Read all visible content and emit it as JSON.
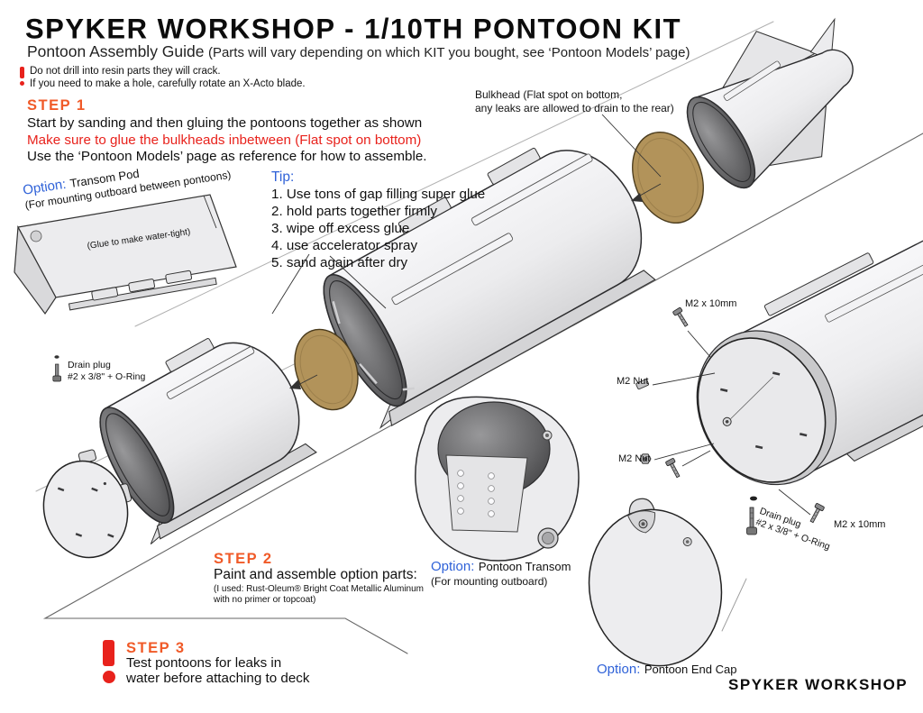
{
  "page": {
    "title": "SPYKER WORKSHOP - 1/10TH PONTOON KIT",
    "subtitle_main": "Pontoon Assembly Guide",
    "subtitle_note": "(Parts will vary depending on which KIT you bought, see ‘Pontoon Models’ page)",
    "footer_brand": "SPYKER WORKSHOP"
  },
  "warning": {
    "line1": "Do not drill into resin parts they will crack.",
    "line2": "If you need to make a hole, carefully rotate an X-Acto blade."
  },
  "step1": {
    "label": "STEP 1",
    "line1": "Start by sanding and then gluing the pontoons together as shown",
    "line2_red": "Make sure to glue the bulkheads inbetween (Flat spot on bottom)",
    "line3": "Use the ‘Pontoon Models’ page as reference for how to assemble."
  },
  "step2": {
    "label": "STEP 2",
    "line1": "Paint and assemble option parts:",
    "note1": "(I used: Rust-Oleum® Bright Coat Metallic Aluminum",
    "note2": "with no primer or topcoat)"
  },
  "step3": {
    "label": "STEP 3",
    "line1": "Test pontoons for leaks in",
    "line2": "water before attaching to deck"
  },
  "tip": {
    "label": "Tip:",
    "items": [
      "1. Use tons of gap filling super glue",
      "2. hold parts together firmly",
      "3. wipe off excess glue",
      "4. use accelerator spray",
      "5. sand again after dry"
    ]
  },
  "callout_bulkhead": {
    "line1": "Bulkhead (Flat spot on bottom,",
    "line2": "any leaks are allowed to drain to the rear)"
  },
  "options": {
    "transom_pod": {
      "prefix": "Option:",
      "name": "Transom Pod",
      "desc": "(For mounting outboard between pontoons)",
      "glue_note": "(Glue to make water-tight)"
    },
    "pontoon_transom": {
      "prefix": "Option:",
      "name": "Pontoon Transom",
      "desc": "(For mounting outboard)"
    },
    "end_cap": {
      "prefix": "Option:",
      "name": "Pontoon End Cap"
    }
  },
  "hardware": {
    "screw_top_label": "M2 x 10mm",
    "screw_bottom_label": "M2 x 10mm",
    "nut_top_label": "M2 Nut",
    "nut_bottom_label": "M2 Nut",
    "drain_left": {
      "line1": "Drain plug",
      "line2": "#2 x 3/8\" + O-Ring"
    },
    "drain_right": {
      "line1": "Drain plug",
      "line2": "#2 x 3/8\" + O-Ring"
    }
  },
  "colors": {
    "accent_orange": "#f05a28",
    "warning_red": "#e8221c",
    "option_blue": "#2f62d8",
    "bulkhead_tan": "#b2935a"
  }
}
